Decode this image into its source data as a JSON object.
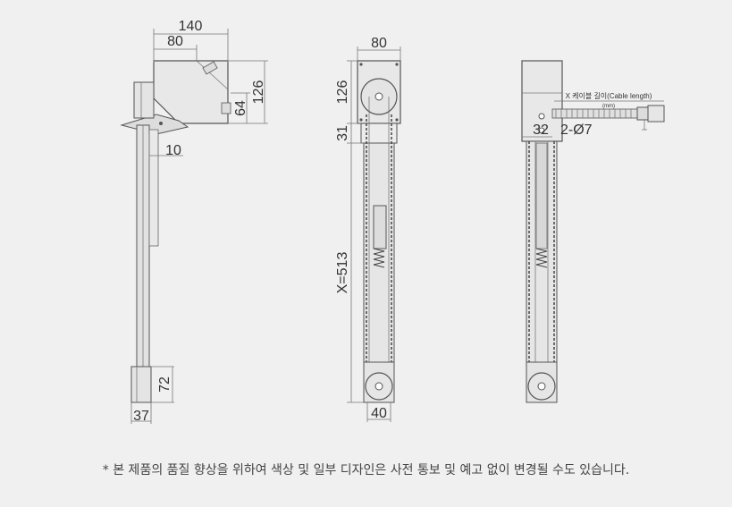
{
  "dimensions": {
    "side_width": "140",
    "side_head": "80",
    "side_height": "126",
    "side_inner": "64",
    "side_base": "10",
    "side_bottom": "72",
    "side_foot": "37",
    "front_width": "80",
    "front_height": "126",
    "front_gap": "31",
    "front_length": "X=513",
    "front_bottom": "40",
    "rear_offset": "32",
    "rear_holes": "2-Ø7"
  },
  "cable_label": "X 케이블 길이(Cable length)",
  "cable_unit": "(mm)",
  "footnote": "* 본 제품의 품질 향상을 위하여 색상 및 일부 디자인은 사전 통보 및 예고 없이 변경될 수도 있습니다.",
  "colors": {
    "line": "#555555",
    "fill": "#e6e6e6",
    "background": "#f0f0f0"
  }
}
